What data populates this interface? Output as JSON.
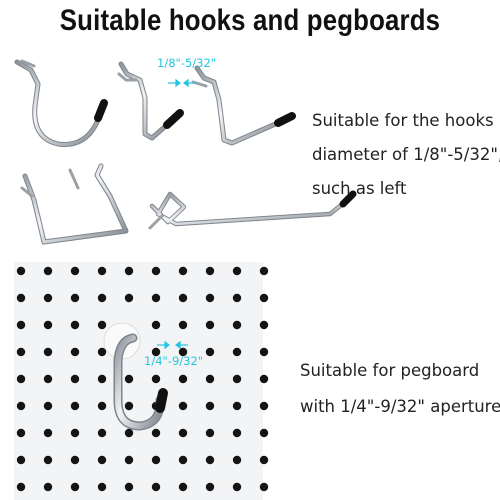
{
  "title": "Suitable hooks and pegboards",
  "hooks_section": {
    "measure_label": "1/8\"-5/32\"",
    "description_lines": [
      "Suitable for the hooks",
      "diameter of 1/8\"-5/32\",",
      "such as left"
    ]
  },
  "pegboard_section": {
    "measure_label": "1/4\"-9/32\"",
    "description_lines": [
      "Suitable for pegboard",
      "with 1/4\"-9/32\" aperture"
    ]
  },
  "colors": {
    "measurement": "#23c6e0",
    "text": "#222222",
    "metal": "#c9cdd2",
    "hook_cap": "#111111",
    "board": "#f3f4f6",
    "hole": "#141414"
  }
}
